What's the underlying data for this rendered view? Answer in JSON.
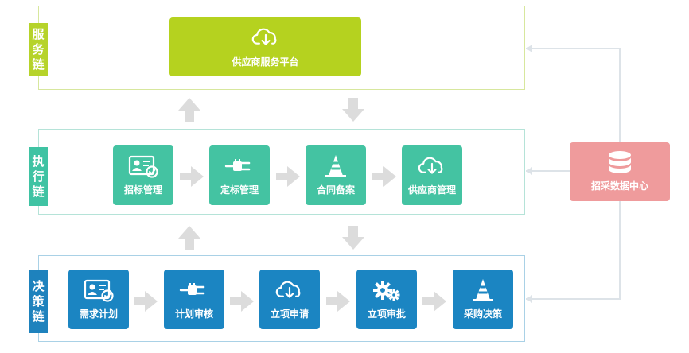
{
  "lanes": {
    "service": {
      "label": [
        "服",
        "务",
        "链"
      ],
      "color": "#b6d32a"
    },
    "execution": {
      "label": [
        "执",
        "行",
        "链"
      ],
      "color": "#3fc3a3"
    },
    "decision": {
      "label": [
        "决",
        "策",
        "链"
      ],
      "color": "#1e82bd"
    }
  },
  "nodes": {
    "supplier_platform": {
      "label": "供应商服务平台",
      "icon": "cloud-download-icon"
    },
    "tender_mgmt": {
      "label": "招标管理",
      "icon": "id-card-check-icon"
    },
    "award_mgmt": {
      "label": "定标管理",
      "icon": "plug-icon"
    },
    "contract_filing": {
      "label": "合同备案",
      "icon": "cone-icon"
    },
    "supplier_mgmt": {
      "label": "供应商管理",
      "icon": "cloud-download-icon"
    },
    "demand_plan": {
      "label": "需求计划",
      "icon": "id-card-check-icon"
    },
    "plan_review": {
      "label": "计划审核",
      "icon": "plug-icon"
    },
    "project_apply": {
      "label": "立项申请",
      "icon": "cloud-download-icon"
    },
    "project_approval": {
      "label": "立项审批",
      "icon": "gears-icon"
    },
    "procurement_decision": {
      "label": "采购决策",
      "icon": "cone-icon"
    },
    "data_center": {
      "label": "招采数据中心",
      "icon": "database-icon"
    }
  },
  "colors": {
    "service": "#b5d21f",
    "execution": "#44c3a2",
    "decision": "#1b85c2",
    "data_center": "#ef9b9c",
    "arrow": "#dcdcdc"
  }
}
